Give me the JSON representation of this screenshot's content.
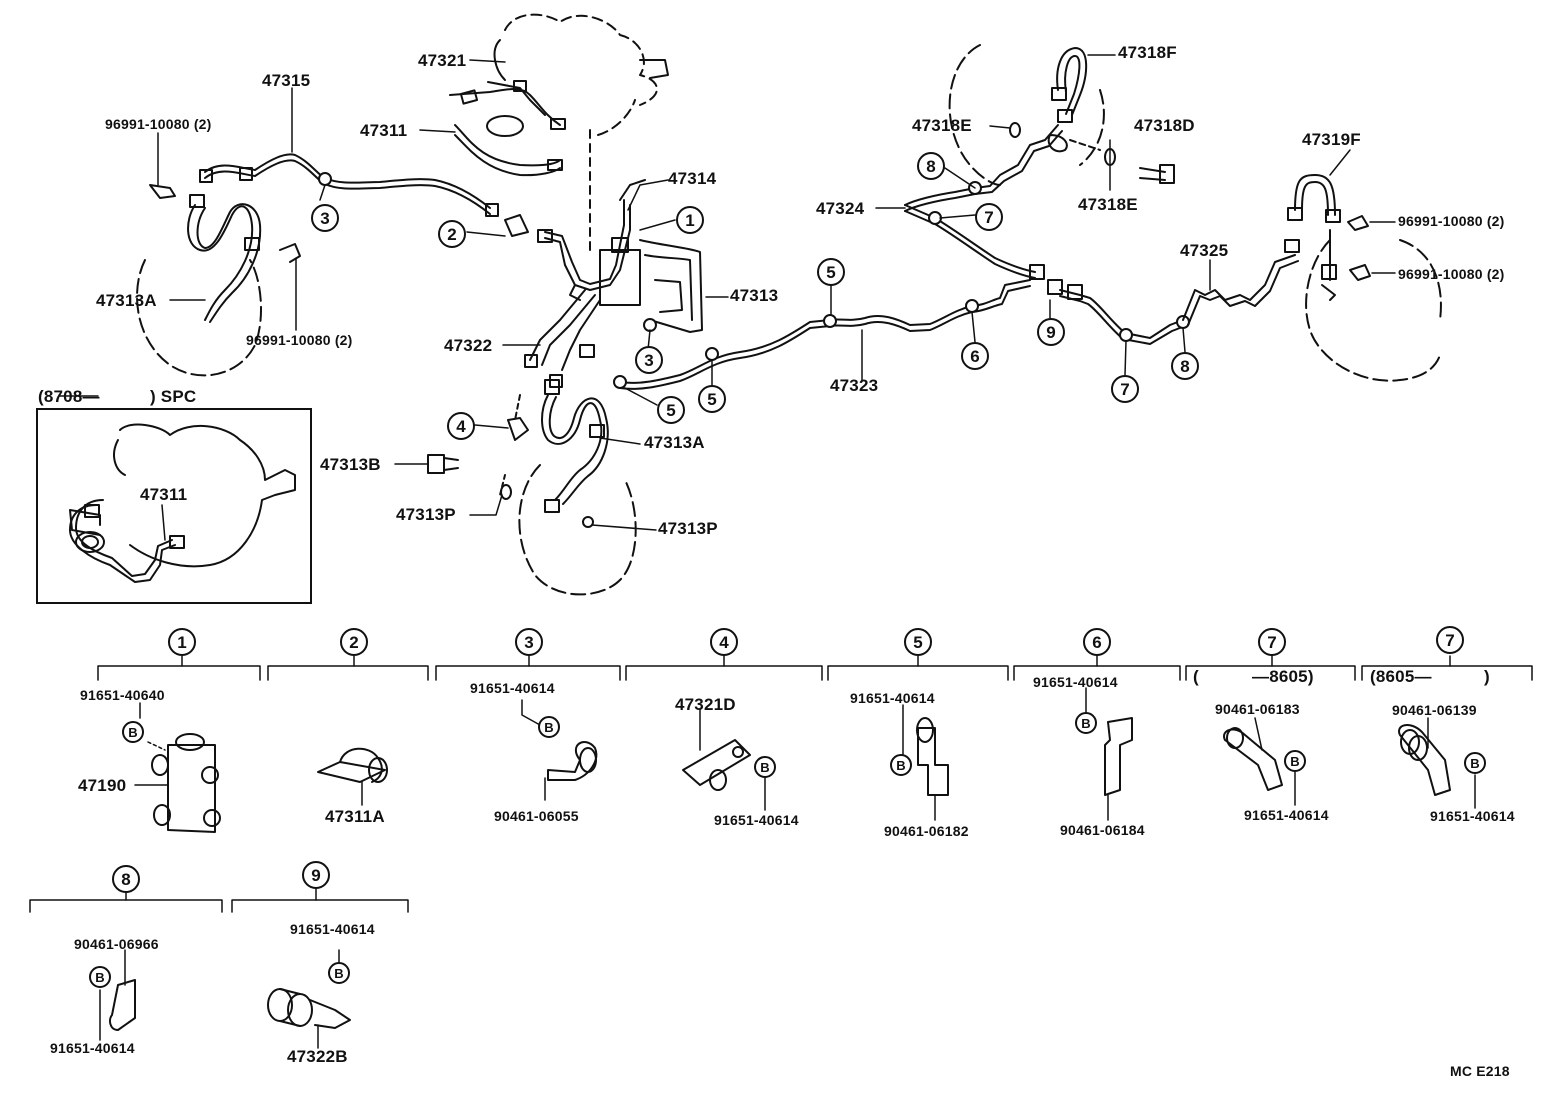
{
  "diagram": {
    "main_labels": {
      "p47315": "47315",
      "p47321": "47321",
      "p47311": "47311",
      "clip_96991_top_left": "96991-10080 (2)",
      "p47313A_left": "47313A",
      "clip_96991_mid_left": "96991-10080 (2)",
      "p47314": "47314",
      "p47313": "47313",
      "p47322": "47322",
      "p47313A_center": "47313A",
      "p47313B": "47313B",
      "p47313P_left": "47313P",
      "p47313P_right": "47313P",
      "p47323": "47323",
      "p47324": "47324",
      "p47318F": "47318F",
      "p47318E_upper": "47318E",
      "p47318D": "47318D",
      "p47318E_lower": "47318E",
      "p47319F": "47319F",
      "p47325": "47325",
      "clip_96991_right_upper": "96991-10080 (2)",
      "clip_96991_right_lower": "96991-10080 (2)"
    },
    "callouts": {
      "c1": "1",
      "c2": "2",
      "c3a": "3",
      "c3b": "3",
      "c4": "4",
      "c5a": "5",
      "c5b": "5",
      "c5c": "5",
      "c6": "6",
      "c7a": "7",
      "c7b": "7",
      "c8a": "8",
      "c8b": "8",
      "c9": "9"
    },
    "inset": {
      "range": "(8708—",
      "suffix": ") SPC",
      "part": "47311"
    },
    "details": [
      {
        "num": "1",
        "top": "91651-40640",
        "bolt": "B",
        "part": "47190"
      },
      {
        "num": "2",
        "part": "47311A"
      },
      {
        "num": "3",
        "top": "91651-40614",
        "bolt": "B",
        "bottom": "90461-06055"
      },
      {
        "num": "4",
        "top": "47321D",
        "bolt": "B",
        "bottom": "91651-40614"
      },
      {
        "num": "5",
        "top": "91651-40614",
        "bolt": "B",
        "bottom": "90461-06182"
      },
      {
        "num": "6",
        "top": "91651-40614",
        "bolt": "B",
        "bottom": "90461-06184"
      },
      {
        "num": "7",
        "range_open": "(",
        "range": "—8605)",
        "top": "90461-06183",
        "bolt": "B",
        "bottom": "91651-40614"
      },
      {
        "num": "7",
        "range": "(8605—",
        "range_close": ")",
        "top": "90461-06139",
        "bolt": "B",
        "bottom": "91651-40614"
      },
      {
        "num": "8",
        "top": "90461-06966",
        "bolt": "B",
        "bottom": "91651-40614"
      },
      {
        "num": "9",
        "top": "91651-40614",
        "bolt": "B",
        "bottom": "47322B"
      }
    ],
    "footer_code": "MC  E218"
  }
}
